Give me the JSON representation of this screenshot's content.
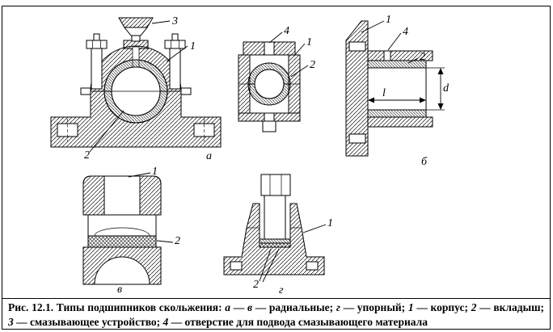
{
  "caption": {
    "parts": [
      {
        "t": "Рис. 12.1. Типы подшипников скольжения: "
      },
      {
        "t": "а"
      },
      {
        "t": " — "
      },
      {
        "t": "в"
      },
      {
        "t": " — радиальные; "
      },
      {
        "t": "г"
      },
      {
        "t": " — упорный; "
      },
      {
        "t": "1"
      },
      {
        "t": " — корпус; "
      },
      {
        "t": "2"
      },
      {
        "t": " — вкладыш; "
      },
      {
        "t": "3"
      },
      {
        "t": " — смазывающее устройство; "
      },
      {
        "t": "4"
      },
      {
        "t": " — отверстие для подвода смазывающего материала"
      }
    ]
  },
  "drawings": {
    "a": {
      "sublabel": "а",
      "callout_device": "3",
      "callout_housing": "1",
      "callout_bush": "2"
    },
    "mid": {
      "callout_hole": "4",
      "callout_housing": "1",
      "callout_bush": "2"
    },
    "b": {
      "sublabel": "б",
      "callout_housing": "1",
      "callout_hole": "4",
      "callout_bush": "2",
      "dim_length": "l",
      "dim_diameter": "d"
    },
    "v": {
      "sublabel": "в",
      "callout_housing": "1",
      "callout_bush": "2"
    },
    "g": {
      "sublabel": "г",
      "callout_housing": "1",
      "callout_bush": "2"
    }
  }
}
